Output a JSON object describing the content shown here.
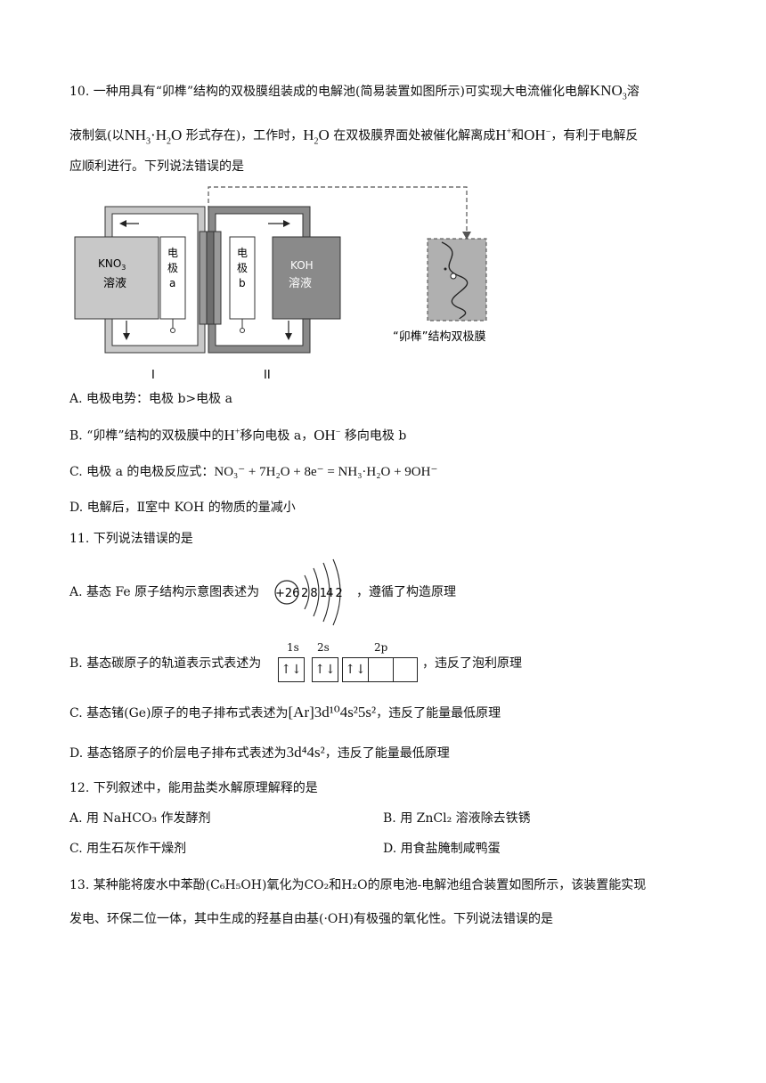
{
  "q10": {
    "line1_pre": "10. 一种用具有“卯榫”结构的双极膜组装成的电解池(简易装置如图所示)可实现大电流催化电解",
    "line1_formula": "KNO",
    "line1_sub": "3",
    "line1_post": "溶",
    "line2_pre": "液制氨(以",
    "line2_f1a": "NH",
    "line2_f1sub": "3",
    "line2_f1b": "·H",
    "line2_f1sub2": "2",
    "line2_f1c": "O",
    "line2_mid": "形式存在)，工作时，",
    "line2_h2o_a": "H",
    "line2_h2o_sub": "2",
    "line2_h2o_b": "O",
    "line2_mid2": "在双极膜界面处被催化解离成",
    "line2_hplus": "H",
    "line2_hplus_sup": "+",
    "line2_and": "和",
    "line2_oh": "OH",
    "line2_oh_sup": "−",
    "line2_post": "，有利于电解反",
    "line3": "应顺利进行。下列说法错误的是",
    "figure": {
      "left_solution_1": "KNO",
      "left_solution_sub": "3",
      "left_solution_2": "溶液",
      "electrode_a_1": "电",
      "electrode_a_2": "极",
      "electrode_a_3": "a",
      "electrode_b_1": "电",
      "electrode_b_2": "极",
      "electrode_b_3": "b",
      "right_solution_1": "KOH",
      "right_solution_2": "溶液",
      "room1": "I",
      "room2": "II",
      "membrane_caption": "“卯榫”结构双极膜"
    },
    "optA": "A. 电极电势：电极 b>电极 a",
    "optB_pre": "B. “卯榫”结构的双极膜中的",
    "optB_h": "H",
    "optB_hsup": "+",
    "optB_mid": "移向电极 a，",
    "optB_oh": "OH",
    "optB_ohsup": "−",
    "optB_post": "移向电极 b",
    "optC_pre": "C. 电极 a 的电极反应式：",
    "optC_eq": "NO₃⁻ + 7H₂O + 8e⁻ = NH₃·H₂O + 9OH⁻",
    "optD": "D. 电解后，Ⅱ室中 KOH 的物质的量减小"
  },
  "q11": {
    "stem": "11. 下列说法错误的是",
    "optA_pre": "A. 基态 Fe 原子结构示意图表述为",
    "optA_nucleus": "+26",
    "optA_shells": "2 8 14 2",
    "optA_post": "，遵循了构造原理",
    "optB_pre": "B. 基态碳原子的轨道表示式表述为",
    "optB_1s": "1s",
    "optB_2s": "2s",
    "optB_2p": "2p",
    "optB_post": "，违反了泡利原理",
    "optC_pre": "C. 基态锗(Ge)原子的电子排布式表述为",
    "optC_formula": "[Ar]3d¹⁰4s²5s²",
    "optC_post": "，违反了能量最低原理",
    "optD_pre": "D. 基态铬原子的价层电子排布式表述为",
    "optD_formula": "3d⁴4s²",
    "optD_post": "，违反了能量最低原理"
  },
  "q12": {
    "stem": "12. 下列叙述中，能用盐类水解原理解释的是",
    "optA": "A. 用 NaHCO₃ 作发酵剂",
    "optB": "B. 用 ZnCl₂ 溶液除去铁锈",
    "optC": "C. 用生石灰作干燥剂",
    "optD": "D. 用食盐腌制咸鸭蛋"
  },
  "q13": {
    "line1": "13. 某种能将废水中苯酚(C₆H₅OH)氧化为CO₂和H₂O的原电池-电解池组合装置如图所示，该装置能实现",
    "line2": "发电、环保二位一体，其中生成的羟基自由基(·OH)有极强的氧化性。下列说法错误的是"
  }
}
